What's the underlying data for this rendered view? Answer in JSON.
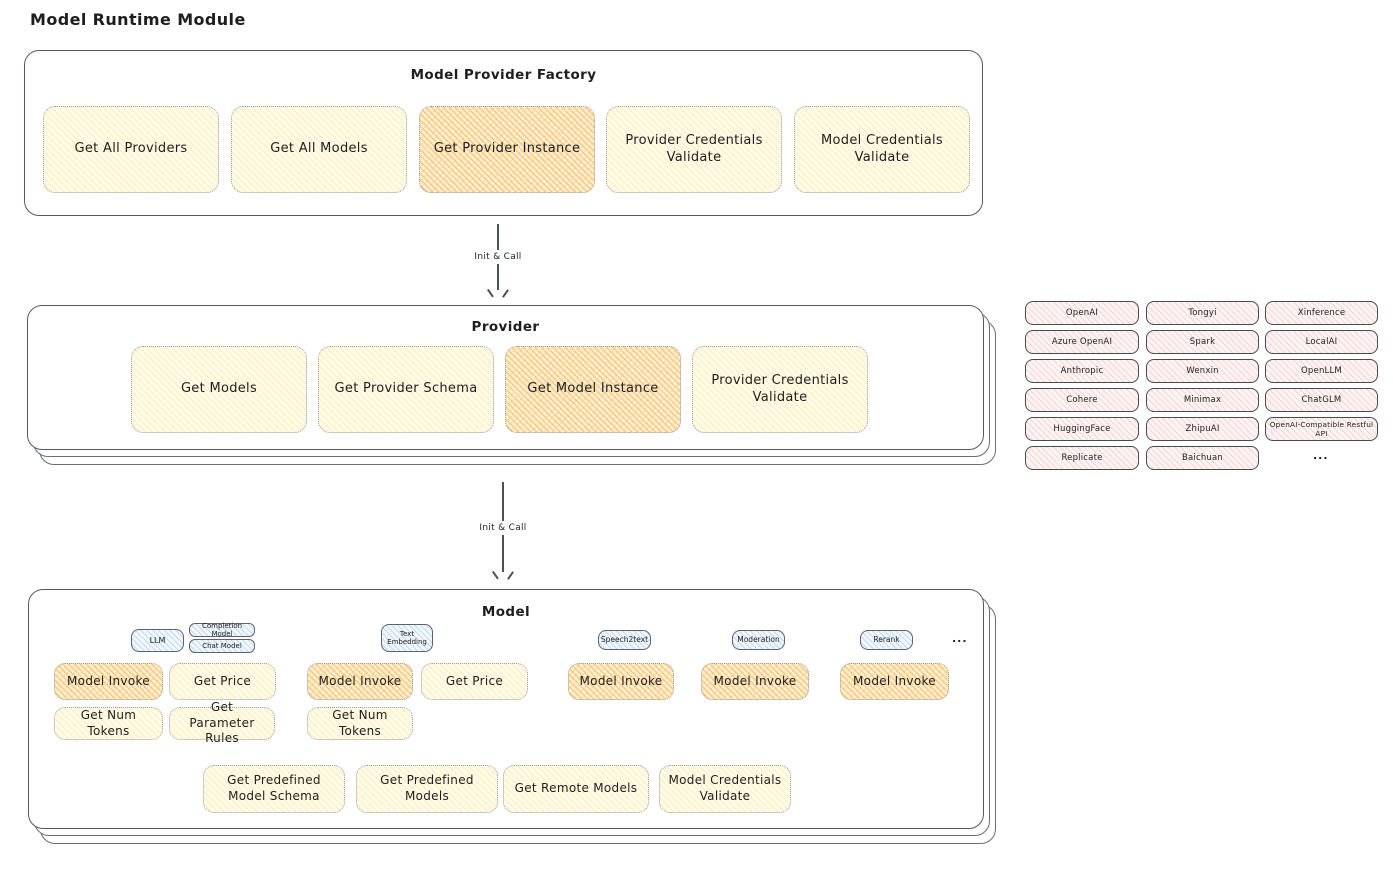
{
  "page_title": "Model Runtime Module",
  "colors": {
    "cream_fill": "#fff9db",
    "highlight_fill": "#ffd8a8",
    "provider_chip_fill": "#ffe3e3",
    "type_tag_fill": "#d0ebff"
  },
  "factory": {
    "title": "Model Provider Factory",
    "items": [
      {
        "label": "Get All Providers",
        "highlighted": false
      },
      {
        "label": "Get All Models",
        "highlighted": false
      },
      {
        "label": "Get Provider Instance",
        "highlighted": true
      },
      {
        "label": "Provider Credentials Validate",
        "highlighted": false
      },
      {
        "label": "Model Credentials Validate",
        "highlighted": false
      }
    ]
  },
  "arrows": {
    "init_call_1": "Init & Call",
    "init_call_2": "Init & Call"
  },
  "provider": {
    "title": "Provider",
    "items": [
      {
        "label": "Get Models",
        "highlighted": false
      },
      {
        "label": "Get Provider Schema",
        "highlighted": false
      },
      {
        "label": "Get Model Instance",
        "highlighted": true
      },
      {
        "label": "Provider Credentials Validate",
        "highlighted": false
      }
    ]
  },
  "provider_list": {
    "col1": [
      "OpenAI",
      "Azure OpenAI",
      "Anthropic",
      "Cohere",
      "HuggingFace",
      "Replicate"
    ],
    "col2": [
      "Tongyi",
      "Spark",
      "Wenxin",
      "Minimax",
      "ZhipuAI",
      "Baichuan"
    ],
    "col3": [
      "Xinference",
      "LocalAI",
      "OpenLLM",
      "ChatGLM",
      "OpenAI-Compatible Restful API"
    ],
    "ellipsis": "..."
  },
  "model": {
    "title": "Model",
    "types": {
      "llm": "LLM",
      "completion": "Completion Model",
      "chat": "Chat Model",
      "text_embedding": "Text Embedding",
      "speech2text": "Speech2text",
      "moderation": "Moderation",
      "rerank": "Rerank",
      "ellipsis": "..."
    },
    "ops": {
      "model_invoke": "Model Invoke",
      "get_price": "Get Price",
      "get_num_tokens": "Get Num Tokens",
      "get_parameter_rules": "Get Parameter Rules"
    },
    "bottom": [
      {
        "label": "Get Predefined Model Schema"
      },
      {
        "label": "Get Predefined Models"
      },
      {
        "label": "Get Remote Models"
      },
      {
        "label": "Model Credentials Validate"
      }
    ]
  }
}
